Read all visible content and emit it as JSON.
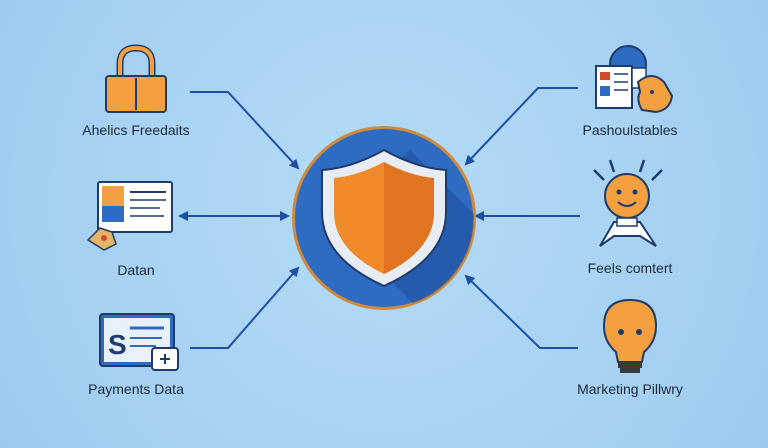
{
  "nodes": {
    "top_left": {
      "label": "Ahelics Freedaits",
      "icon": "padlock-icon"
    },
    "mid_left": {
      "label": "Datan",
      "icon": "document-card-icon"
    },
    "bottom_left": {
      "label": "Payments Data",
      "icon": "payment-screen-icon"
    },
    "top_right": {
      "label": "Pashoulstables",
      "icon": "hand-document-icon"
    },
    "mid_right": {
      "label": "Feels comtert",
      "icon": "smiling-bulb-icon"
    },
    "bottom_right": {
      "label": "Marketing Pillwry",
      "icon": "lightbulb-icon"
    },
    "center": {
      "icon": "shield-icon"
    }
  },
  "colors": {
    "background": "#a9d4f3",
    "arrow": "#1f4fa3",
    "circle": "#2e6bc2",
    "circle_rim": "#d08a3a",
    "shield_orange": "#f08a2a",
    "icon_orange": "#f5a040",
    "icon_navy": "#1f3b6b"
  }
}
